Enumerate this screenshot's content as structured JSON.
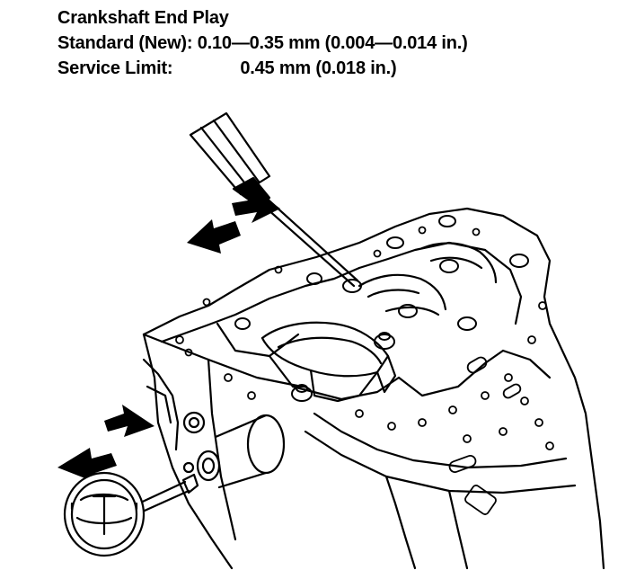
{
  "spec": {
    "title": "Crankshaft End Play",
    "standard_label": "Standard (New):",
    "standard_value": "0.10—0.35 mm (0.004—0.014 in.)",
    "limit_label": "Service Limit:",
    "limit_value": "0.45 mm (0.018 in.)"
  },
  "illustration": {
    "subject": "engine-block-crankshaft",
    "tools": [
      "screwdriver-icon",
      "dial-indicator-icon"
    ],
    "arrows": [
      "double-arrow-upper",
      "double-arrow-lower"
    ],
    "ink_color": "#000000",
    "paper_color": "#ffffff"
  }
}
